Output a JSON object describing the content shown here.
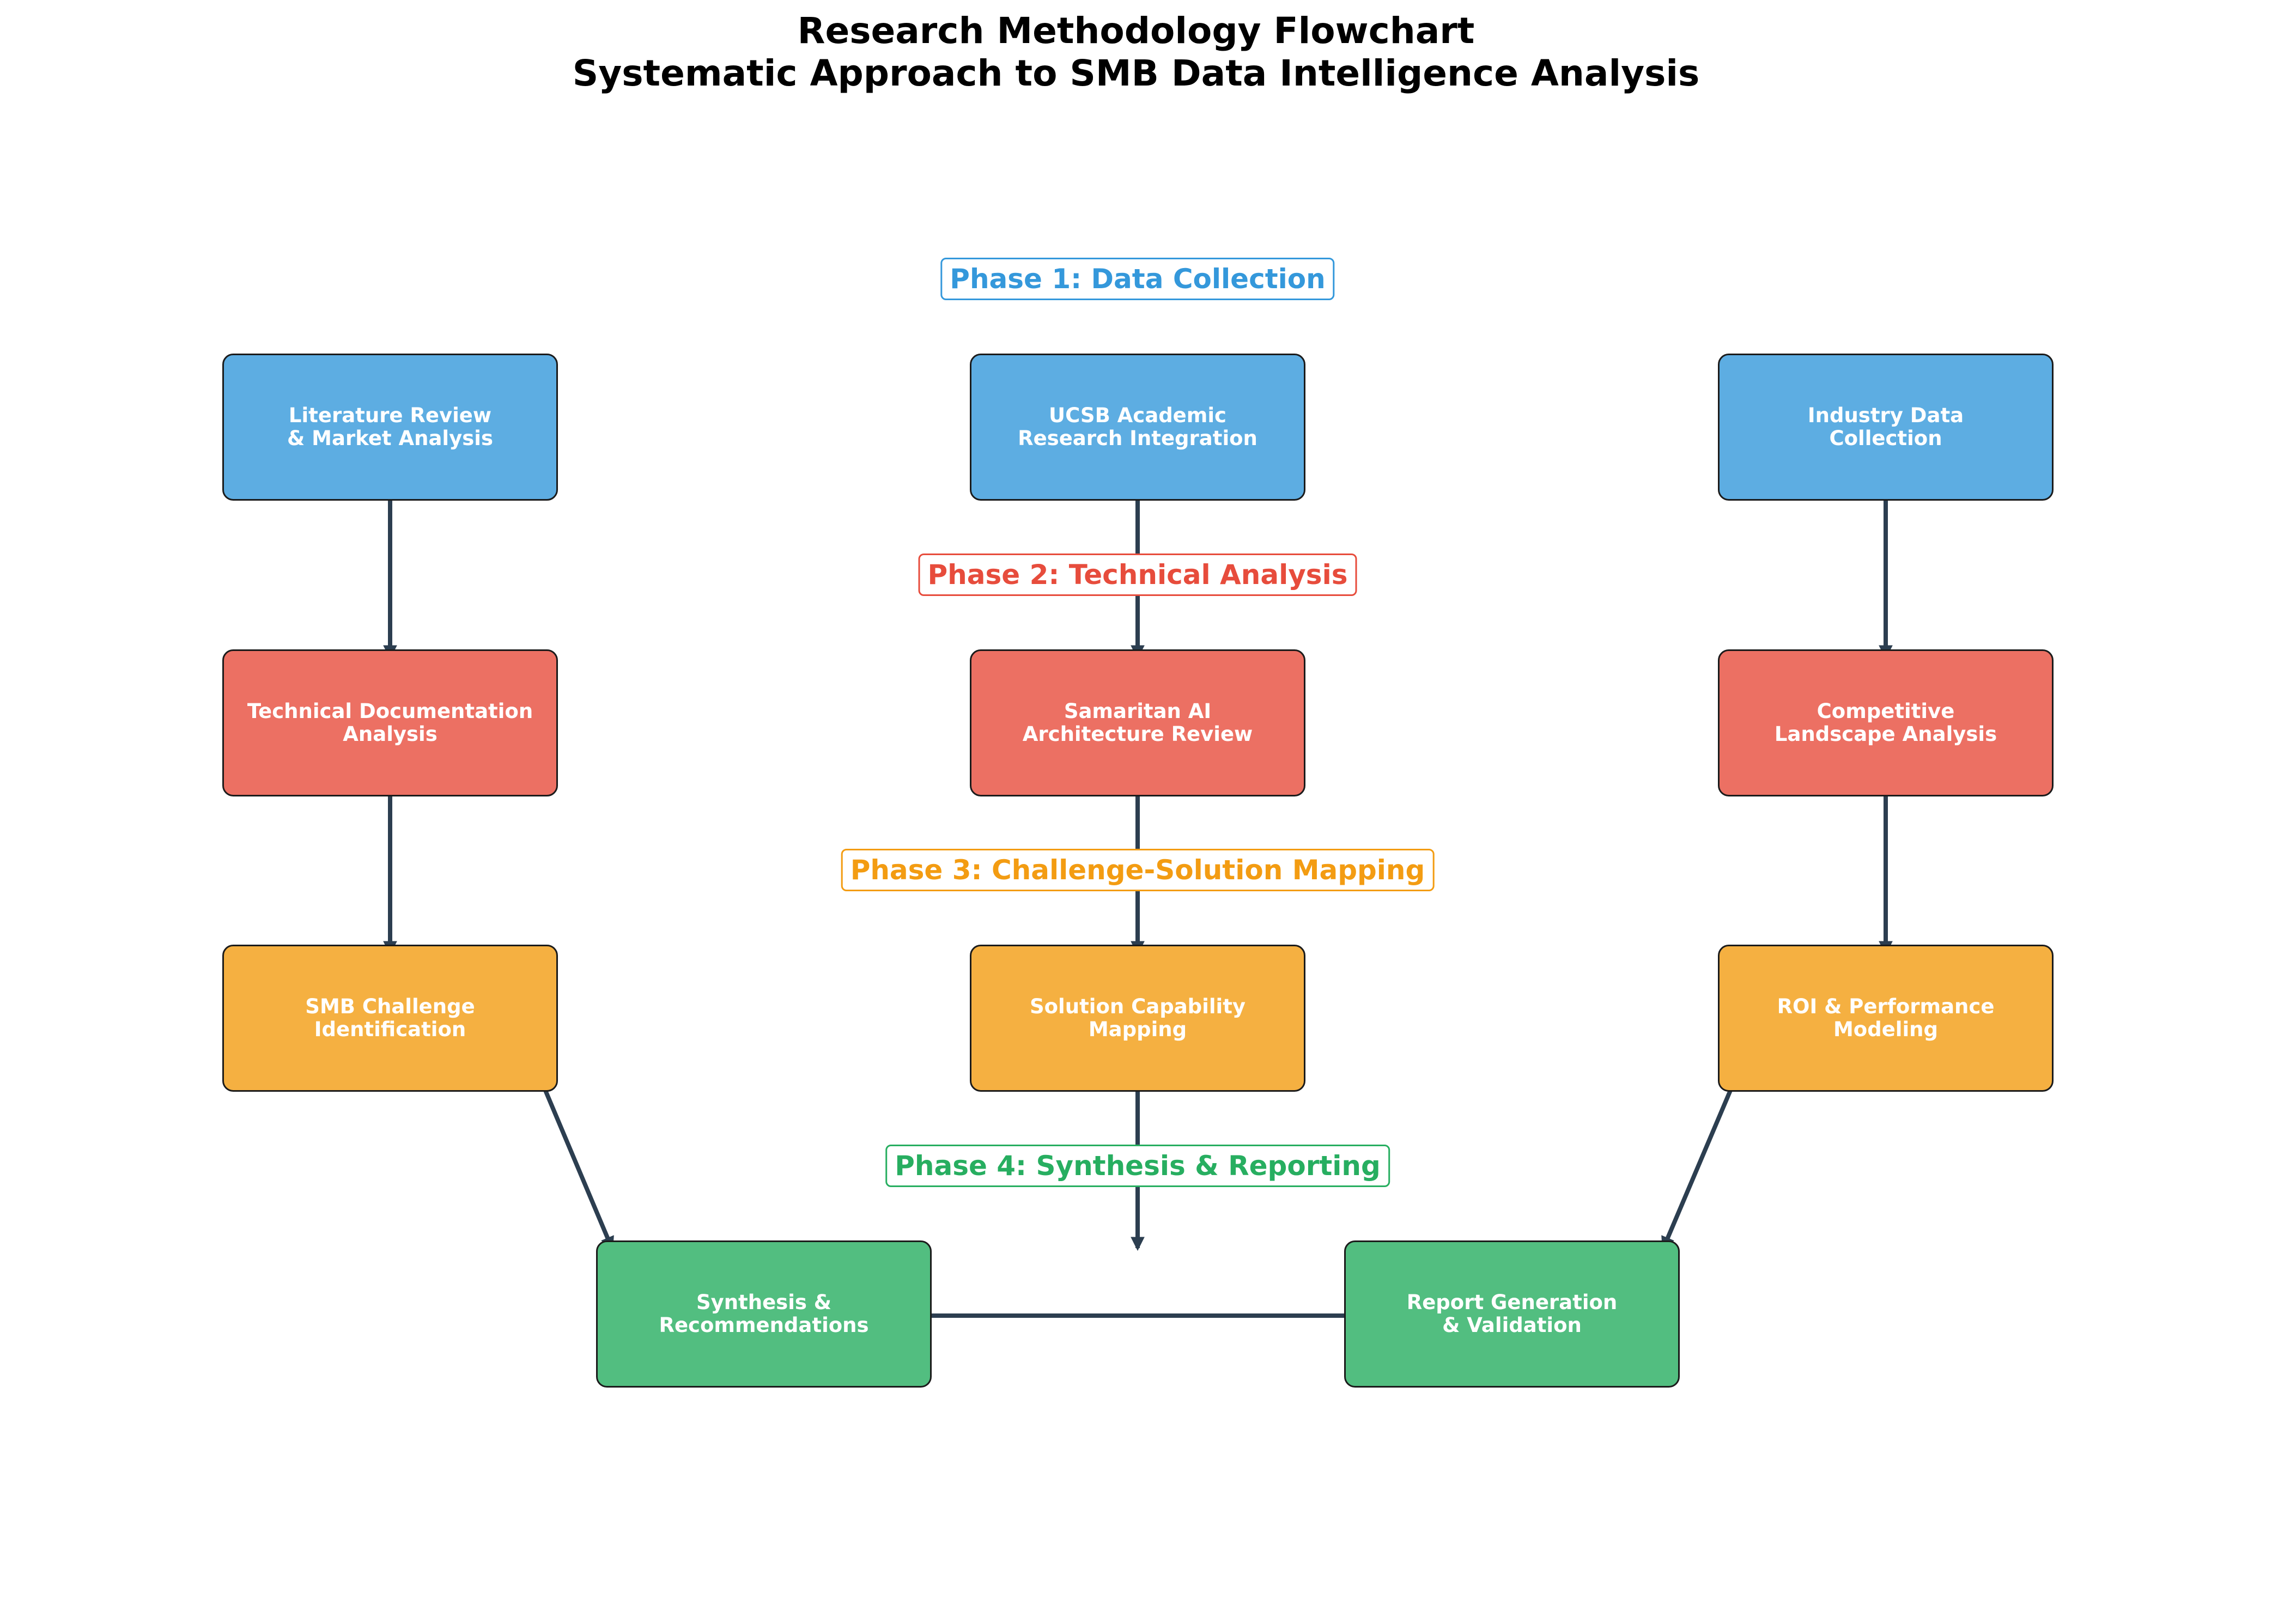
{
  "title": {
    "line1": "Research Methodology Flowchart",
    "line2": "Systematic Approach to SMB Data Intelligence Analysis"
  },
  "colors": {
    "phase1": "#5dade2",
    "phase1_label": "#3498db",
    "phase2": "#ec7063",
    "phase2_label": "#e74c3c",
    "phase3": "#f5b041",
    "phase3_label": "#f39c12",
    "phase4": "#52be80",
    "phase4_label": "#27ae60",
    "arrow": "#2c3e50"
  },
  "phases": [
    {
      "label": "Phase 1: Data Collection"
    },
    {
      "label": "Phase 2: Technical Analysis"
    },
    {
      "label": "Phase 3: Challenge-Solution Mapping"
    },
    {
      "label": "Phase 4: Synthesis & Reporting"
    }
  ],
  "nodes": {
    "lit_review": {
      "line1": "Literature Review",
      "line2": "& Market Analysis"
    },
    "ucsb": {
      "line1": "UCSB Academic",
      "line2": "Research Integration"
    },
    "industry": {
      "line1": "Industry Data",
      "line2": "Collection"
    },
    "tech_doc": {
      "line1": "Technical Documentation",
      "line2": "Analysis"
    },
    "samaritan": {
      "line1": "Samaritan AI",
      "line2": "Architecture Review"
    },
    "competitive": {
      "line1": "Competitive",
      "line2": "Landscape Analysis"
    },
    "smb_challenge": {
      "line1": "SMB Challenge",
      "line2": "Identification"
    },
    "solution_cap": {
      "line1": "Solution Capability",
      "line2": "Mapping"
    },
    "roi": {
      "line1": "ROI & Performance",
      "line2": "Modeling"
    },
    "synthesis": {
      "line1": "Synthesis &",
      "line2": "Recommendations"
    },
    "report": {
      "line1": "Report Generation",
      "line2": "& Validation"
    }
  }
}
